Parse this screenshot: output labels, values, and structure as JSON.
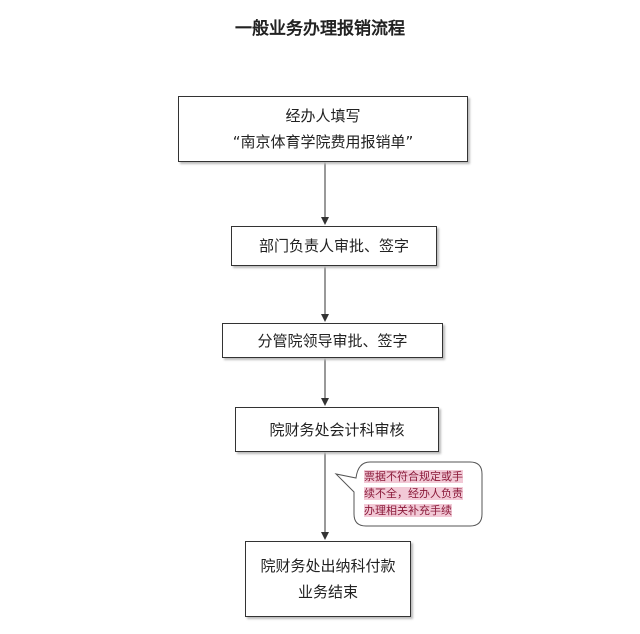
{
  "title": "一般业务办理报销流程",
  "steps": [
    {
      "line1": "经办人填写",
      "line2": "“南京体育学院费用报销单”"
    },
    {
      "line1": "部门负责人审批、签字"
    },
    {
      "line1": "分管院领导审批、签字"
    },
    {
      "line1": "院财务处会计科审核"
    },
    {
      "line1": "院财务处出纳科付款",
      "line2": "业务结束"
    }
  ],
  "callout": {
    "lines": [
      "票据不符合规定或手",
      "续不全，经办人负责",
      "办理相关补充手续"
    ]
  },
  "colors": {
    "callout_text": "#8b1a3a",
    "callout_highlight": "#f2c9d6"
  }
}
